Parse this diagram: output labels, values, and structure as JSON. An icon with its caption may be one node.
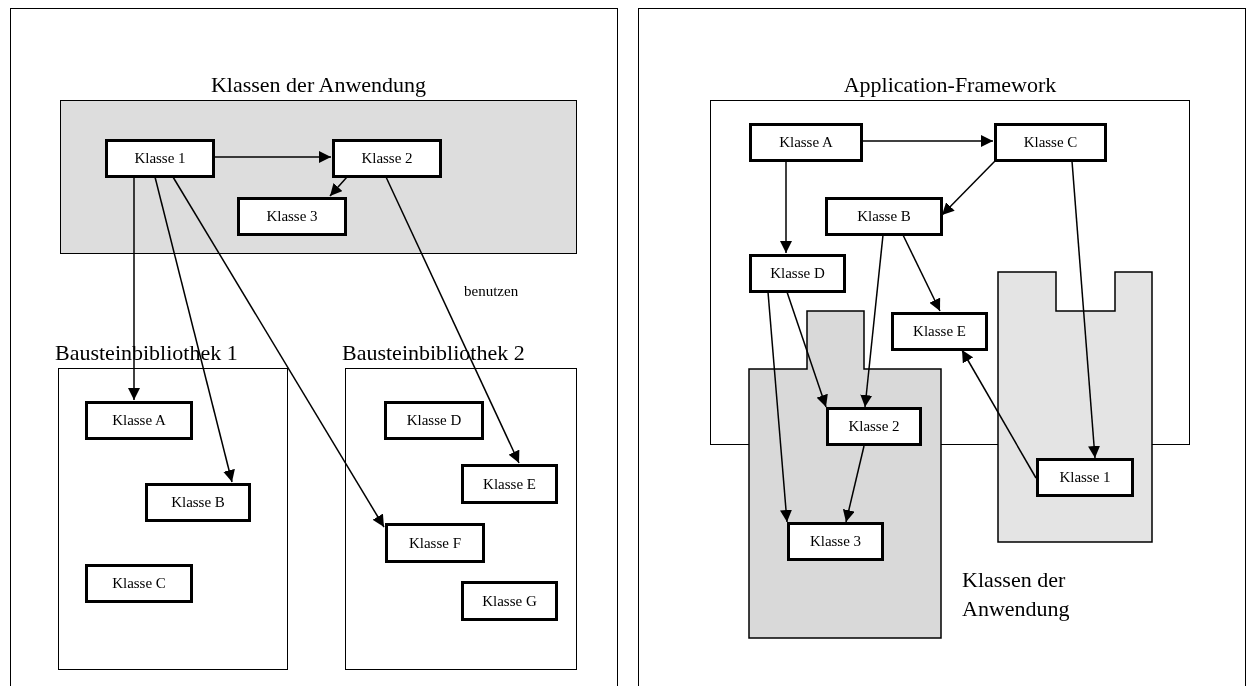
{
  "diagram": {
    "nodes": [
      {
        "text": [
          "Klassen der Anwendung"
        ]
      },
      {
        "text": [
          "Klasse 1"
        ],
        "in": 0
      },
      {
        "text": [
          "Klasse 2"
        ],
        "in": 0
      },
      {
        "text": [
          "Klasse 3"
        ],
        "in": 0
      },
      {
        "text": [
          "Bausteinbibliothek 1"
        ]
      },
      {
        "text": [
          "Klasse A"
        ],
        "in": 4
      },
      {
        "text": [
          "Klasse B"
        ],
        "in": 4
      },
      {
        "text": [
          "Klasse C"
        ],
        "in": 4
      },
      {
        "text": [
          "Bausteinbibliothek 2"
        ]
      },
      {
        "text": [
          "Klasse D"
        ],
        "in": 8
      },
      {
        "text": [
          "Klasse E"
        ],
        "in": 8
      },
      {
        "text": [
          "Klasse F"
        ],
        "in": 8
      },
      {
        "text": [
          "Klasse G"
        ],
        "in": 8
      },
      {
        "text": [
          "Application-Framework"
        ]
      },
      {
        "text": [
          "Klasse A"
        ],
        "in": 13
      },
      {
        "text": [
          "Klasse C"
        ],
        "in": 13
      },
      {
        "text": [
          "Klasse B"
        ],
        "in": 13
      },
      {
        "text": [
          "Klasse D"
        ],
        "in": 13
      },
      {
        "text": [
          "Klasse E"
        ],
        "in": 13
      },
      {
        "text": [],
        "shape": "box"
      },
      {
        "text": [
          "Klasse 2"
        ]
      },
      {
        "text": [
          "Klasse 3"
        ],
        "in": 19
      },
      {
        "text": [],
        "shape": "box"
      },
      {
        "text": [
          "Klasse 1"
        ],
        "in": 22
      }
    ],
    "edges": [
      {
        "from": 1,
        "to": 2,
        "arrow": "to"
      },
      {
        "from": 2,
        "to": 3,
        "arrow": "to"
      },
      {
        "from": 1,
        "to": 5,
        "arrow": "to"
      },
      {
        "from": 1,
        "to": 6,
        "arrow": "to"
      },
      {
        "from": 1,
        "to": 11,
        "arrow": "to"
      },
      {
        "from": 2,
        "to": 10,
        "label": "benutzen",
        "arrow": "to"
      },
      {
        "from": 14,
        "to": 15,
        "arrow": "to"
      },
      {
        "from": 15,
        "to": 16,
        "arrow": "to"
      },
      {
        "from": 14,
        "to": 17,
        "arrow": "to"
      },
      {
        "from": 16,
        "to": 18,
        "arrow": "to"
      },
      {
        "from": 16,
        "to": 20,
        "arrow": "to"
      },
      {
        "from": 17,
        "to": 20,
        "arrow": "to"
      },
      {
        "from": 17,
        "to": 21,
        "arrow": "to"
      },
      {
        "from": 20,
        "to": 21,
        "arrow": "to"
      },
      {
        "from": 15,
        "to": 23,
        "arrow": "to"
      },
      {
        "from": 23,
        "to": 18,
        "arrow": "to"
      }
    ],
    "labels": [
      "Klassen der Anwendung"
    ]
  }
}
